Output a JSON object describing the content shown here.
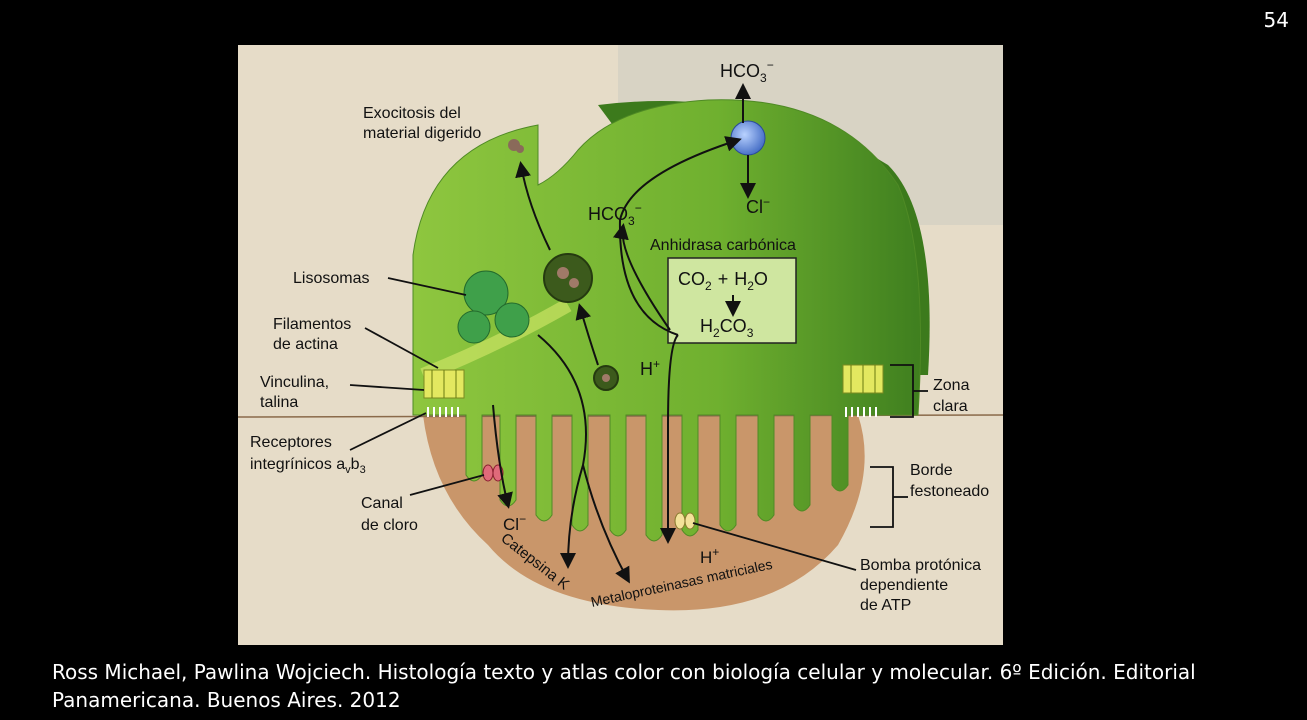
{
  "slide": {
    "number": "54"
  },
  "figure": {
    "labels": {
      "exocitosis_1": "Exocitosis del",
      "exocitosis_2": "material digerido",
      "lisosomas": "Lisosomas",
      "filamentos_1": "Filamentos",
      "filamentos_2": "de actina",
      "vinculina_1": "Vinculina,",
      "vinculina_2": "talina",
      "receptores_1": "Receptores",
      "receptores_2": "integrínicos a",
      "receptores_sub1": "v",
      "receptores_mid": "b",
      "receptores_sub2": "3",
      "canal_1": "Canal",
      "canal_2": "de cloro",
      "cl_bottom": "Cl",
      "catepsina": "Catepsina K",
      "metalo": "Metaloproteinasas matriciales",
      "h_bottom": "H",
      "bomba_1": "Bomba protónica",
      "bomba_2": "dependiente",
      "bomba_3": "de ATP",
      "borde_1": "Borde",
      "borde_2": "festoneado",
      "zona_1": "Zona",
      "zona_2": "clara",
      "hco3_top": "HCO",
      "cl_top": "Cl",
      "hco3_mid": "HCO",
      "anhidrasa": "Anhidrasa carbónica",
      "co2": "CO",
      "plus": "+",
      "h2o": "H",
      "o": "O",
      "h2co3_h": "H",
      "h2co3_co": "CO",
      "h_plus_mid": "H",
      "sub_2": "2",
      "sub_3": "3",
      "sup_minus": "−",
      "sup_plus": "+"
    }
  },
  "caption": {
    "text": "Ross Michael, Pawlina Wojciech. Histología texto y atlas color con biología celular y molecular. 6º Edición. Editorial Panamericana. Buenos Aires. 2012"
  }
}
